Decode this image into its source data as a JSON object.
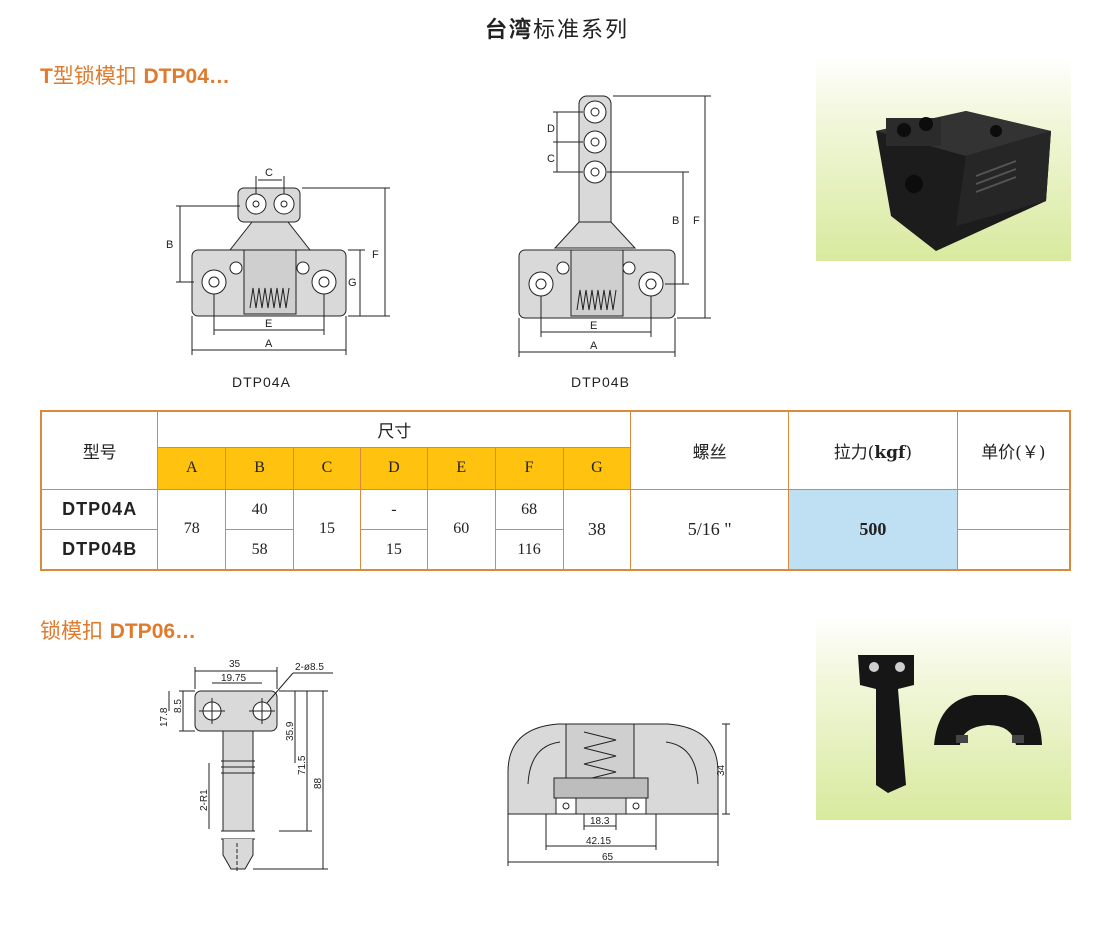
{
  "header": {
    "title_bold": "台湾",
    "title_rest": "标准系列"
  },
  "section1": {
    "title_prefix": "T",
    "title_mid": "型锁模扣 ",
    "title_code": "DTP04…",
    "drawing_a": {
      "caption": "DTP04A",
      "labels": {
        "c": "C",
        "b": "B",
        "g": "G",
        "f": "F",
        "e": "E",
        "a": "A"
      }
    },
    "drawing_b": {
      "caption": "DTP04B",
      "labels": {
        "d": "D",
        "c": "C",
        "b": "B",
        "f": "F",
        "e": "E",
        "a": "A"
      }
    }
  },
  "table": {
    "h_model": "型号",
    "h_size": "尺寸",
    "h_screw": "螺丝",
    "h_force_pre": "拉力(",
    "h_force_unit": "kgf",
    "h_force_post": ")",
    "h_price": "单价(￥)",
    "cols": [
      "A",
      "B",
      "C",
      "D",
      "E",
      "F",
      "G"
    ],
    "rows": [
      {
        "model": "DTP04A",
        "A": "78",
        "B": "40",
        "C": "15",
        "D": "-",
        "E": "60",
        "F": "68",
        "G": "38",
        "screw": "5/16 \"",
        "force": "500",
        "price": ""
      },
      {
        "model": "DTP04B",
        "B": "58",
        "D": "15",
        "F": "116",
        "price": ""
      }
    ]
  },
  "section2": {
    "title_mid": "锁模扣 ",
    "title_code": "DTP06…",
    "drawing_left": {
      "dims": {
        "w35": "35",
        "w1975": "19.75",
        "hole": "2-ø8.5",
        "h178": "17.8",
        "h85": "8.5",
        "h359": "35.9",
        "h715": "71.5",
        "h88": "88",
        "r1": "2-R1"
      }
    },
    "drawing_right": {
      "dims": {
        "h34": "34",
        "w183": "18.3",
        "w4215": "42.15",
        "w65": "65"
      }
    }
  }
}
